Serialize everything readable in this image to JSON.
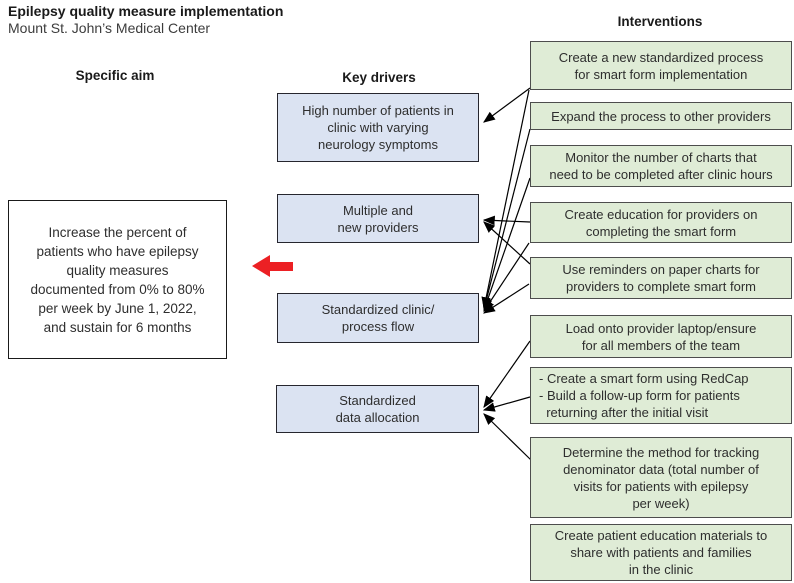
{
  "title": "Epilepsy quality measure implementation",
  "subtitle": "Mount St. John’s Medical Center",
  "columns": {
    "aim_header": "Specific aim",
    "drivers_header": "Key drivers",
    "interventions_header": "Interventions"
  },
  "aim": {
    "text": "Increase the percent of\npatients who have epilepsy\nquality measures\ndocumented from 0% to 80%\nper week by June 1, 2022,\nand sustain for 6 months"
  },
  "drivers": [
    {
      "label": "High number of patients in\nclinic with varying\nneurology symptoms"
    },
    {
      "label": "Multiple and\nnew providers"
    },
    {
      "label": "Standardized clinic/\nprocess flow"
    },
    {
      "label": "Standardized\ndata allocation"
    }
  ],
  "interventions": [
    {
      "label": "Create a new standardized process\nfor smart form implementation"
    },
    {
      "label": "Expand the process to other providers"
    },
    {
      "label": "Monitor the number of charts that\nneed to be completed after clinic hours"
    },
    {
      "label": "Create education for providers on\ncompleting the smart form"
    },
    {
      "label": "Use reminders on paper charts for\nproviders to complete smart form"
    },
    {
      "label": "Load onto provider laptop/ensure\nfor all members of the team"
    },
    {
      "label": "- Create a smart form using RedCap\n- Build a follow-up form for patients\n  returning after the initial visit"
    },
    {
      "label": "Determine the method for tracking\ndenominator data (total number of\nvisits for patients with epilepsy\nper week)"
    },
    {
      "label": "Create patient education materials to\nshare with patients and families\nin the clinic"
    }
  ],
  "connections": [
    {
      "from": "intervention-1",
      "to": "driver-1"
    },
    {
      "from": "intervention-1",
      "to": "driver-3"
    },
    {
      "from": "intervention-2",
      "to": "driver-3"
    },
    {
      "from": "intervention-3",
      "to": "driver-3"
    },
    {
      "from": "intervention-4",
      "to": "driver-2"
    },
    {
      "from": "intervention-4",
      "to": "driver-3"
    },
    {
      "from": "intervention-5",
      "to": "driver-2"
    },
    {
      "from": "intervention-5",
      "to": "driver-3"
    },
    {
      "from": "intervention-6",
      "to": "driver-4"
    },
    {
      "from": "intervention-7",
      "to": "driver-4"
    },
    {
      "from": "intervention-8",
      "to": "driver-4"
    },
    {
      "from": "drivers-column",
      "to": "specific-aim",
      "style": "red-block-arrow"
    }
  ],
  "colors": {
    "driver_fill": "#dbe3f2",
    "intervention_fill": "#dfecd6",
    "arrow_red": "#ec2024",
    "line": "#000000"
  }
}
